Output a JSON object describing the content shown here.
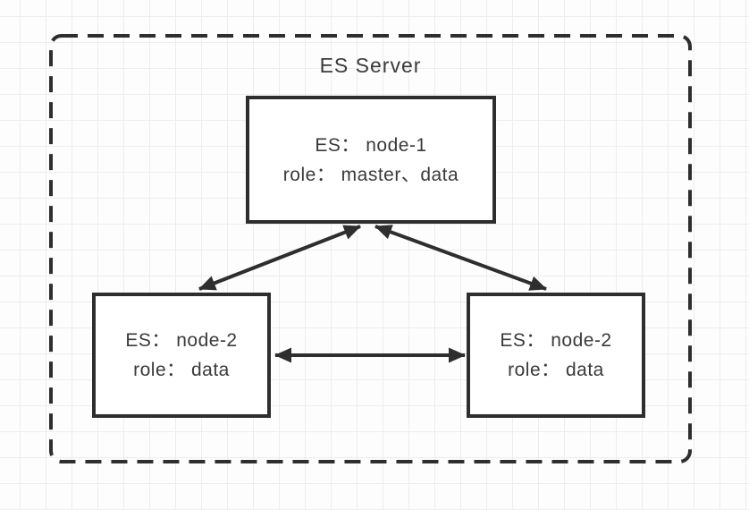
{
  "diagram": {
    "title": "ES Server",
    "nodes": [
      {
        "id": "node-1",
        "line1": "ES： node-1",
        "line2": "role： master、data"
      },
      {
        "id": "node-2-left",
        "line1": "ES： node-2",
        "line2": "role： data"
      },
      {
        "id": "node-2-right",
        "line1": "ES： node-2",
        "line2": "role： data"
      }
    ],
    "edges": [
      {
        "from": "node-1",
        "to": "node-2-left",
        "direction": "bidirectional"
      },
      {
        "from": "node-1",
        "to": "node-2-right",
        "direction": "bidirectional"
      },
      {
        "from": "node-2-left",
        "to": "node-2-right",
        "direction": "bidirectional"
      }
    ],
    "colors": {
      "stroke": "#2e2e2e",
      "text": "#3a3a3a",
      "background": "#fdfdfd",
      "grid": "#ededed",
      "node_fill": "#ffffff"
    }
  }
}
